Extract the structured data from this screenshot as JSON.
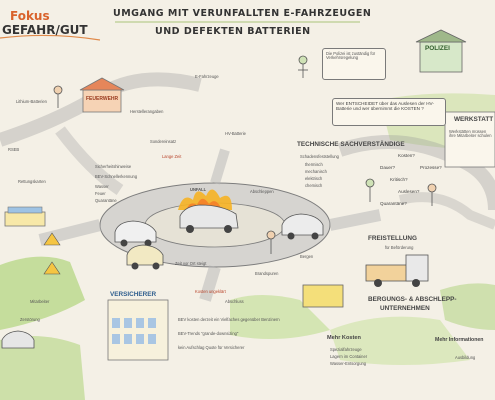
{
  "header": {
    "fokus": "Fokus",
    "gefahrgut": "GEFAHR/GUT",
    "title_line1": "UMGANG MIT VERUNFALLTEN E-FAHRZEUGEN",
    "title_line2": "UND DEFEKTEN BATTERIEN"
  },
  "labels": {
    "polizei": "POLIZEI",
    "werkstatt": "WERKSTATT",
    "versicherer": "VERSICHERER",
    "feuerwehr": "FEUERWEHR",
    "techn_sv": "TECHNISCHE SACHVERSTÄNDIGE",
    "freistellung": "FREISTELLUNG",
    "freistellung_sub": "für Beförderung",
    "bergung": "BERGUNGS- & ABSCHLEPP-",
    "bergung2": "UNTERNEHMEN",
    "wer_entscheidet": "Wer ENTSCHEIDET über das Auslesen der HV-Batterie und wer übernimmt die KOSTEN ?",
    "bev_kosten": "BEV kosten derzeit ein Vielfaches gegenüber Benzinern",
    "bev_trends": "BEV-Trends \"grande-downsizing\"",
    "kein_aufschlag": "kein Aufschlag Quote für Versicherer",
    "mehr_kosten": "Mehr Kosten",
    "spezialfahrzeuge": "Spezialfahrzeuge",
    "lagern": "Lagern im Container",
    "wasser": "Wasser-Entsorgung",
    "mehr_info": "Mehr Informationen",
    "ausbildung": "Ausbildung",
    "wasser_kontakt": "Wasser",
    "feuer": "Feuer",
    "quarantaene": "Quarantäne",
    "rettungskarten": "Rettungskarten",
    "bev_schnelle": "BEV-Schnellerkennung",
    "sicherheit": "Sicherheitshinweise",
    "schaden": "Schadensfeststellung",
    "thermisch": "thermisch",
    "mechanisch": "mechanisch",
    "elektrisch": "elektrisch",
    "chemisch": "chemisch",
    "kosten": "Kosten?",
    "dauer": "Dauer?",
    "kritisch": "Kritisch?",
    "auslesen": "Auslesen?",
    "quarantane2": "Quarantäne?",
    "prozesse": "Prozesse?",
    "abschleppen": "Abschleppen",
    "brandpuren": "Brandspuren",
    "abschluss": "Abschluss",
    "bergen": "Bergen",
    "rseb": "RSEB",
    "lange_zeit": "Lange Zeit",
    "unfall": "UNFALL",
    "lithium": "Lithium-Batterien",
    "hv_batterie": "HV-Batterie",
    "polizei_info": "Die Polizei ist zuständig für Verkehrsregelung",
    "werkstatt_txt": "Werkstätten müssen ihre Mitarbeiter schulen",
    "bev_zeit": "Zeit vor Ort steigt",
    "sondereinsatz": "Sondereinsatz",
    "hinweis_kosten": "Kosten ungeklärt",
    "mitarbeiter": "Mitarbeiter",
    "zerstorung": "Zerstörung",
    "herstellerangaben": "Herstellerangaben",
    "e_fahrzeuge": "E-Fahrzeuge"
  }
}
